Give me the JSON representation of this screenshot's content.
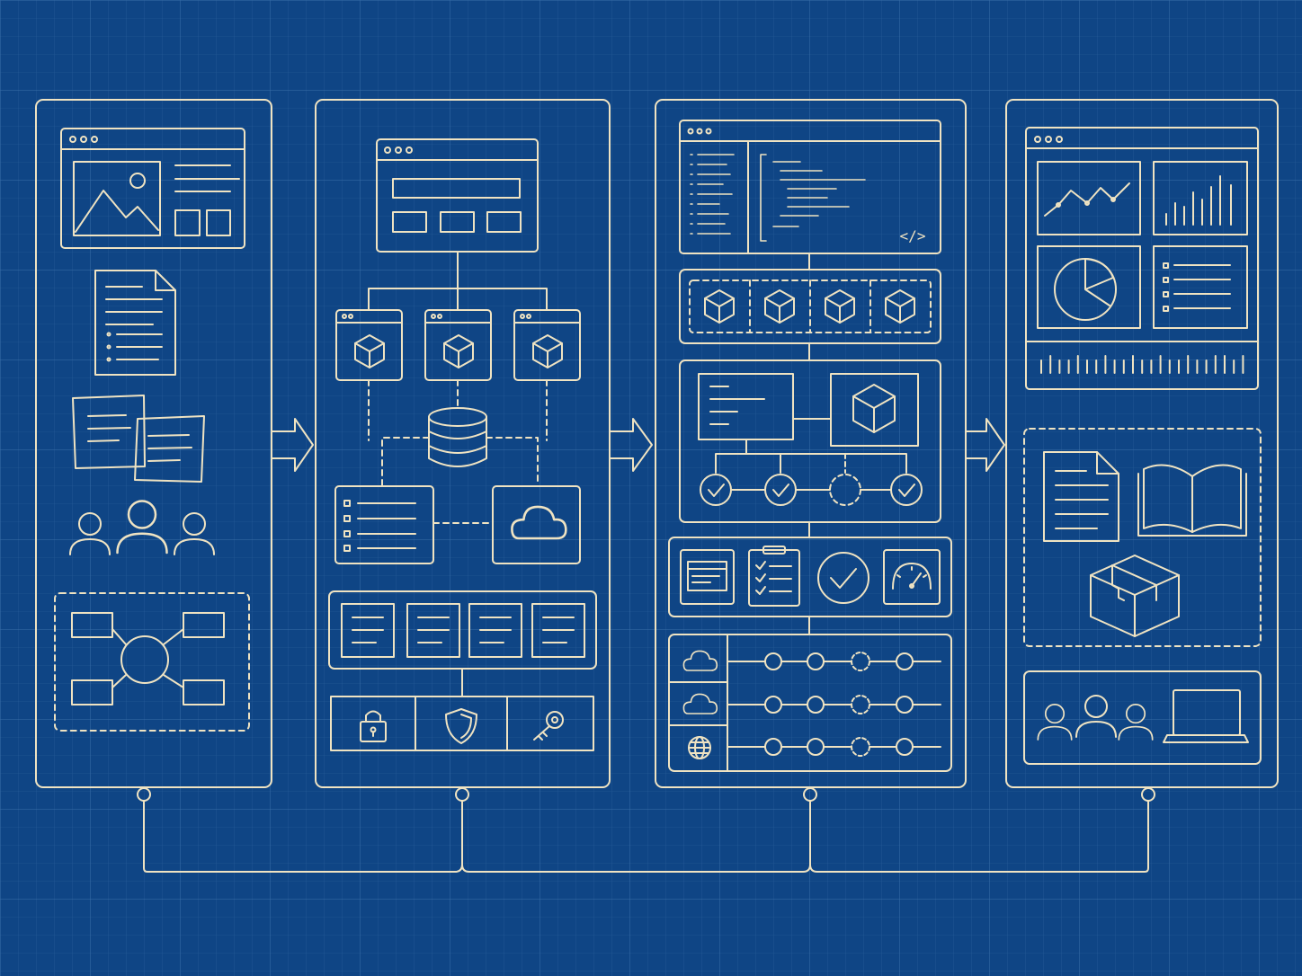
{
  "colors": {
    "background": "#0f4585",
    "grid_minor": "#2a5f9c",
    "grid_major": "#3a6ea9",
    "line": "#efe3c2"
  },
  "code_tag_text": "</>",
  "panels": [
    {
      "id": "panel-1",
      "icons": [
        "browser-window-icon",
        "document-icon",
        "sticky-notes-icon",
        "user-group-icon",
        "mind-map-icon"
      ]
    },
    {
      "id": "panel-2",
      "icons": [
        "browser-window-icon",
        "module-box-icon",
        "database-icon",
        "list-card-icon",
        "cloud-icon",
        "lock-icon",
        "shield-icon",
        "key-icon"
      ]
    },
    {
      "id": "panel-3",
      "icons": [
        "code-editor-icon",
        "component-box-icon",
        "process-flow-icon",
        "checklist-icon",
        "check-circle-icon",
        "gauge-icon",
        "cloud-icon",
        "globe-icon"
      ]
    },
    {
      "id": "panel-4",
      "icons": [
        "line-chart-icon",
        "bar-chart-icon",
        "pie-chart-icon",
        "list-icon",
        "document-icon",
        "open-book-icon",
        "package-icon",
        "user-group-icon",
        "laptop-icon"
      ]
    }
  ]
}
